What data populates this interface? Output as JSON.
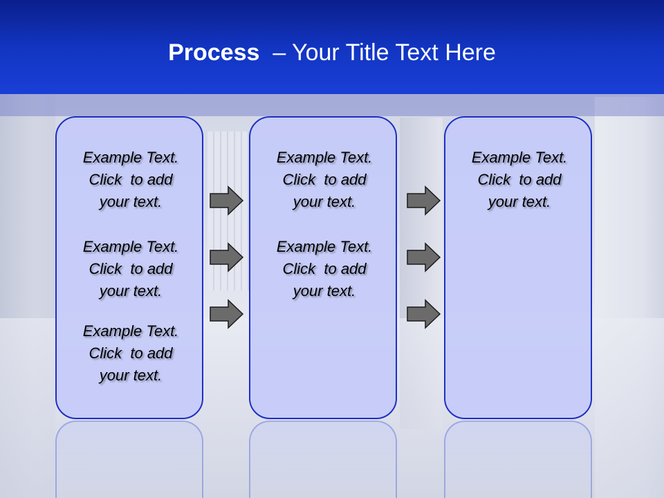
{
  "title": {
    "bold": "Process",
    "rest": "  – Your Title Text Here"
  },
  "boxes": [
    {
      "blocks": [
        {
          "line1": "Example Text.",
          "line2": "Click  to add",
          "line3": "your text."
        },
        {
          "line1": "Example Text.",
          "line2": "Click  to add",
          "line3": "your text."
        },
        {
          "line1": "Example Text.",
          "line2": "Click  to add",
          "line3": "your text."
        }
      ]
    },
    {
      "blocks": [
        {
          "line1": "Example Text.",
          "line2": "Click  to add",
          "line3": "your text."
        },
        {
          "line1": "Example Text.",
          "line2": "Click  to add",
          "line3": "your text."
        }
      ]
    },
    {
      "blocks": [
        {
          "line1": "Example Text.",
          "line2": "Click  to add",
          "line3": "your text."
        }
      ]
    }
  ],
  "colors": {
    "header": "#1235c2",
    "box_fill": "#c4cbf8",
    "box_border": "#1e2fc4",
    "arrow_fill": "#6b6b6b"
  },
  "icons": {
    "arrow": "arrow-right-icon"
  }
}
